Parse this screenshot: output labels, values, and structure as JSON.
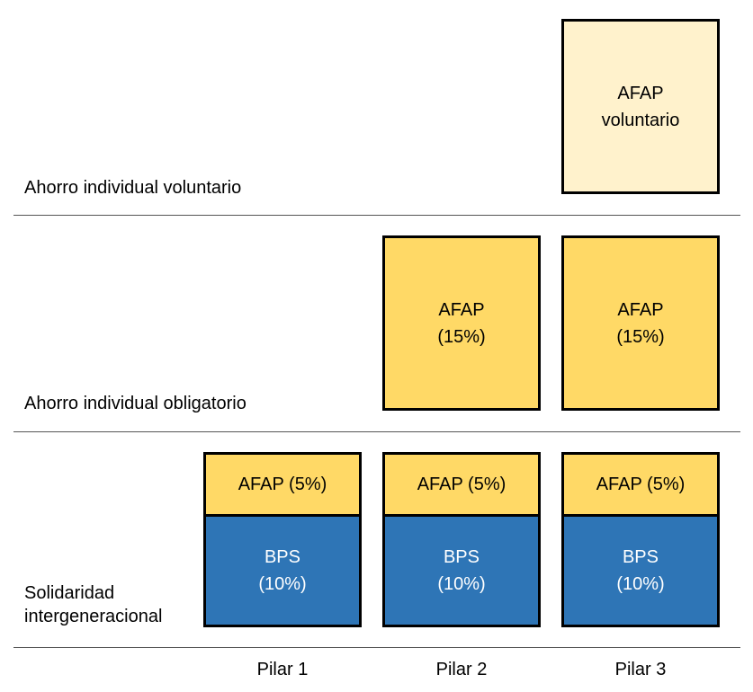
{
  "colors": {
    "voluntary_fill": "#fff2cc",
    "mandatory_fill": "#ffd966",
    "solidarity_fill": "#2e75b6",
    "border": "#000000"
  },
  "rows": {
    "voluntary": {
      "label": "Ahorro individual voluntario"
    },
    "mandatory": {
      "label": "Ahorro individual obligatorio"
    },
    "solidarity": {
      "label_line1": "Solidaridad",
      "label_line2": "intergeneracional"
    }
  },
  "columns": [
    "Pilar 1",
    "Pilar 2",
    "Pilar 3"
  ],
  "boxes": {
    "pilar3_voluntary": {
      "line1": "AFAP",
      "line2": "voluntario"
    },
    "pilar2_mandatory": {
      "line1": "AFAP",
      "line2": "(15%)"
    },
    "pilar3_mandatory": {
      "line1": "AFAP",
      "line2": "(15%)"
    },
    "pilar1_afap": {
      "text": "AFAP (5%)"
    },
    "pilar2_afap": {
      "text": "AFAP (5%)"
    },
    "pilar3_afap": {
      "text": "AFAP (5%)"
    },
    "pilar1_bps": {
      "line1": "BPS",
      "line2": "(10%)"
    },
    "pilar2_bps": {
      "line1": "BPS",
      "line2": "(10%)"
    },
    "pilar3_bps": {
      "line1": "BPS",
      "line2": "(10%)"
    }
  }
}
